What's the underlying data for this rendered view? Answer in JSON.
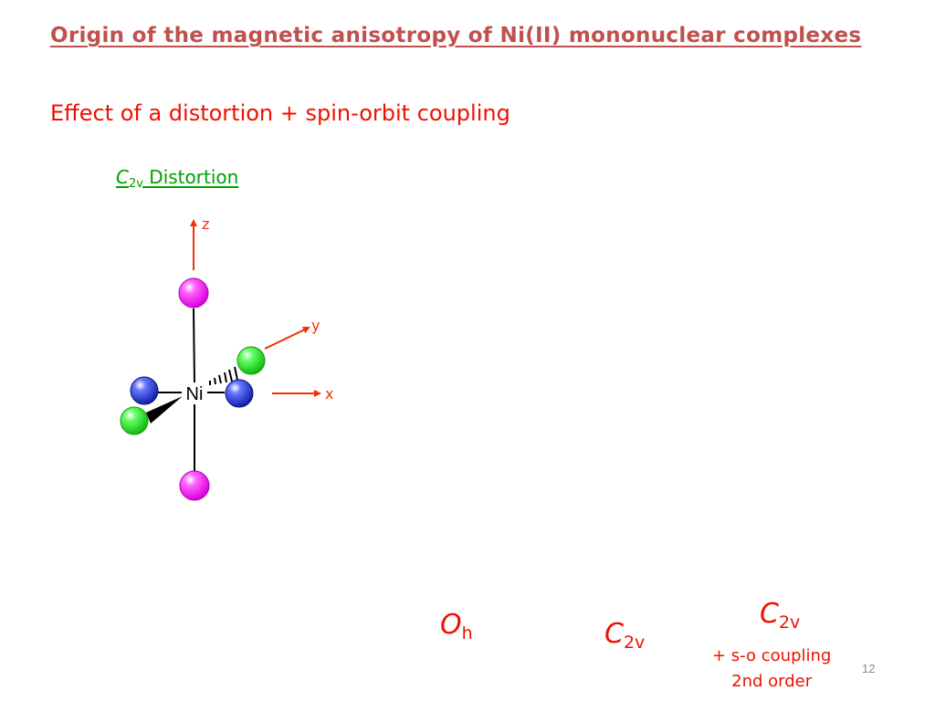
{
  "slide": {
    "title": "Origin of the magnetic anisotropy of Ni(II) mononuclear complexes",
    "subtitle": "Effect of a distortion + spin-orbit coupling",
    "page_number": "12"
  },
  "section": {
    "symbol": "C",
    "subscript": "2v",
    "label": " Distortion"
  },
  "molecule": {
    "metal_label": "Ni",
    "axes": {
      "z": "z",
      "y": "y",
      "x": "x"
    },
    "ligands": [
      "axial-top",
      "axial-bottom",
      "equatorial-left",
      "equatorial-right",
      "equatorial-back",
      "equatorial-front"
    ]
  },
  "levels": {
    "oh": {
      "symbol": "O",
      "subscript": "h"
    },
    "c2v": {
      "symbol": "C",
      "subscript": "2v"
    },
    "c2v_so": {
      "symbol": "C",
      "subscript": "2v",
      "note_line1": "+ s-o coupling",
      "note_line2": "2nd order"
    }
  },
  "colors": {
    "title": "#c0504d",
    "accent_red": "#ee1100",
    "green_heading": "#00a000",
    "axis_arrow": "#ee3300",
    "ligand_magenta": "#ee11ee",
    "ligand_blue": "#2233cc",
    "ligand_green": "#22dd22",
    "page_number": "#888888"
  }
}
